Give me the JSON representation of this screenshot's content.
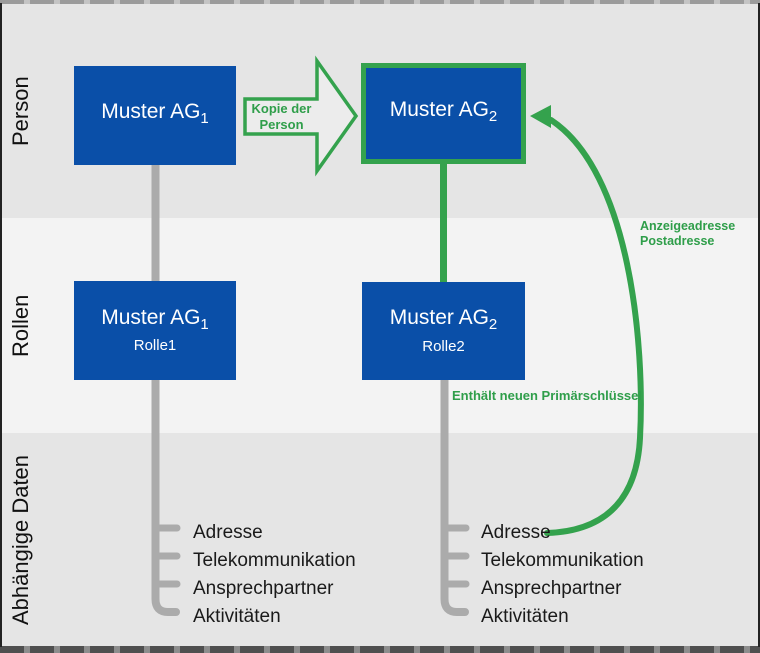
{
  "diagram": {
    "lanes": [
      {
        "label": "Person"
      },
      {
        "label": "Rollen"
      },
      {
        "label": "Abhängige Daten"
      }
    ],
    "person": {
      "box1": {
        "name": "Muster AG",
        "sub": "1"
      },
      "box2": {
        "name": "Muster AG",
        "sub": "2"
      }
    },
    "rollen": {
      "box1": {
        "name": "Muster AG",
        "sub": "1",
        "role": "Rolle1"
      },
      "box2": {
        "name": "Muster AG",
        "sub": "2",
        "role": "Rolle2"
      }
    },
    "dependent_data": {
      "left_items": [
        "Adresse",
        "Telekommunikation",
        "Ansprechpartner",
        "Aktivitäten"
      ],
      "right_items": [
        "Adresse",
        "Telekommunikation",
        "Ansprechpartner",
        "Aktivitäten"
      ]
    },
    "annotations": {
      "copy_arrow_label": "Kopie der Person",
      "address_arrow_label": "Anzeigeadresse\nPostadresse",
      "primary_key_note": "Enthält neuen Primärschlüssel"
    },
    "colors": {
      "box_blue": "#0a4fa8",
      "green": "#34a24d",
      "green_text": "#2f9e4a",
      "connector_gray": "#ababab",
      "lane_dark": "#e5e5e5",
      "lane_light": "#f3f3f3"
    }
  }
}
